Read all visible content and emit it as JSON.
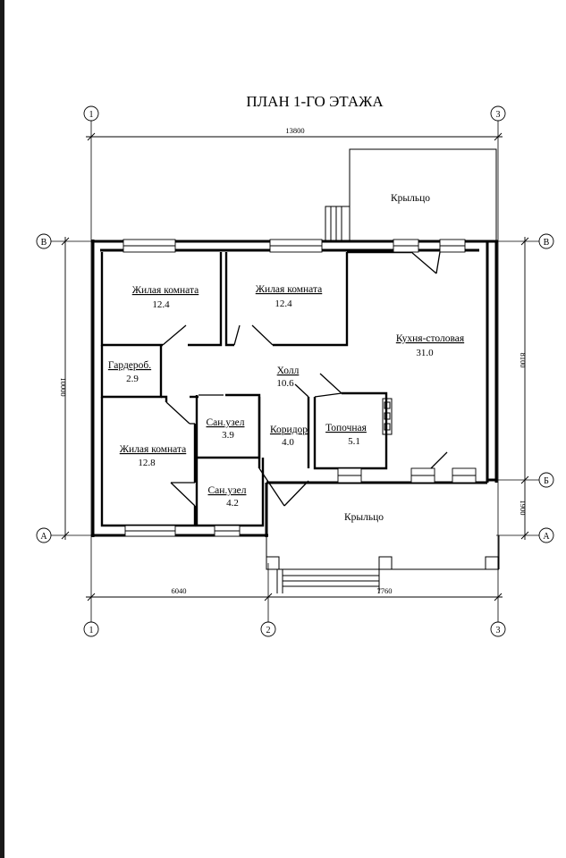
{
  "title": "ПЛАН 1-ГО ЭТАЖА",
  "rooms": [
    {
      "name": "Жилая комната",
      "area": "12.4"
    },
    {
      "name": "Жилая комната",
      "area": "12.4"
    },
    {
      "name": "Кухня-столовая",
      "area": "31.0"
    },
    {
      "name": "Гардероб.",
      "area": "2.9"
    },
    {
      "name": "Холл",
      "area": "10.6"
    },
    {
      "name": "Сан.узел",
      "area": "3.9"
    },
    {
      "name": "Коридор",
      "area": "4.0"
    },
    {
      "name": "Топочная",
      "area": "5.1"
    },
    {
      "name": "Жилая комната",
      "area": "12.8"
    },
    {
      "name": "Сан.узел",
      "area": "4.2"
    }
  ],
  "porches": [
    "Крыльцо",
    "Крыльцо"
  ],
  "dimensions": {
    "top": "13800",
    "bottom_left": "6040",
    "bottom_right": "7760",
    "left": "10000",
    "right_upper": "8100",
    "right_lower": "1900"
  },
  "axes": {
    "top_left": "1",
    "top_right": "3",
    "bottom_1": "1",
    "bottom_2": "2",
    "bottom_3": "3",
    "left_upper": "В",
    "left_lower": "А",
    "right_upper": "В",
    "right_middle": "Б",
    "right_lower": "А"
  }
}
